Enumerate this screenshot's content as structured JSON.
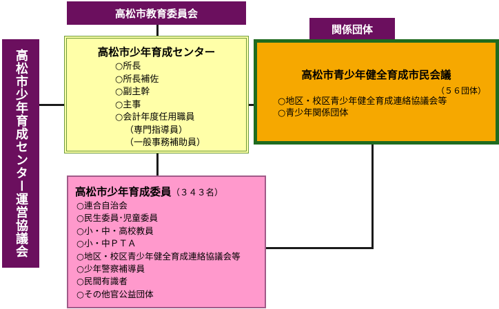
{
  "header": {
    "label": "高松市教育委員会"
  },
  "related": {
    "label": "関係団体"
  },
  "council": {
    "label": "高松市少年育成センター運営協議会"
  },
  "center": {
    "title": "高松市少年育成センター",
    "items": [
      "○所長",
      "○所長補佐",
      "○副主幹",
      "○主事",
      "○会計年度任用職員",
      "（専門指導員）",
      "（一般事務補助員）"
    ]
  },
  "association": {
    "title": "高松市青少年健全育成市民会議",
    "count": "（５６団体）",
    "items": [
      "○地区・校区青少年健全育成連絡協議会等",
      "○青少年関係団体"
    ]
  },
  "committee": {
    "title": "高松市少年育成委員",
    "count": "（３４３名）",
    "items": [
      "○連合自治会",
      "○民生委員･児童委員",
      "○小・中・高校教員",
      "○小・中ＰＴＡ",
      "○地区・校区青少年健全育成連絡協議会等",
      "○少年警察補導員",
      "○民間有識者",
      "○その他官公益団体"
    ]
  }
}
